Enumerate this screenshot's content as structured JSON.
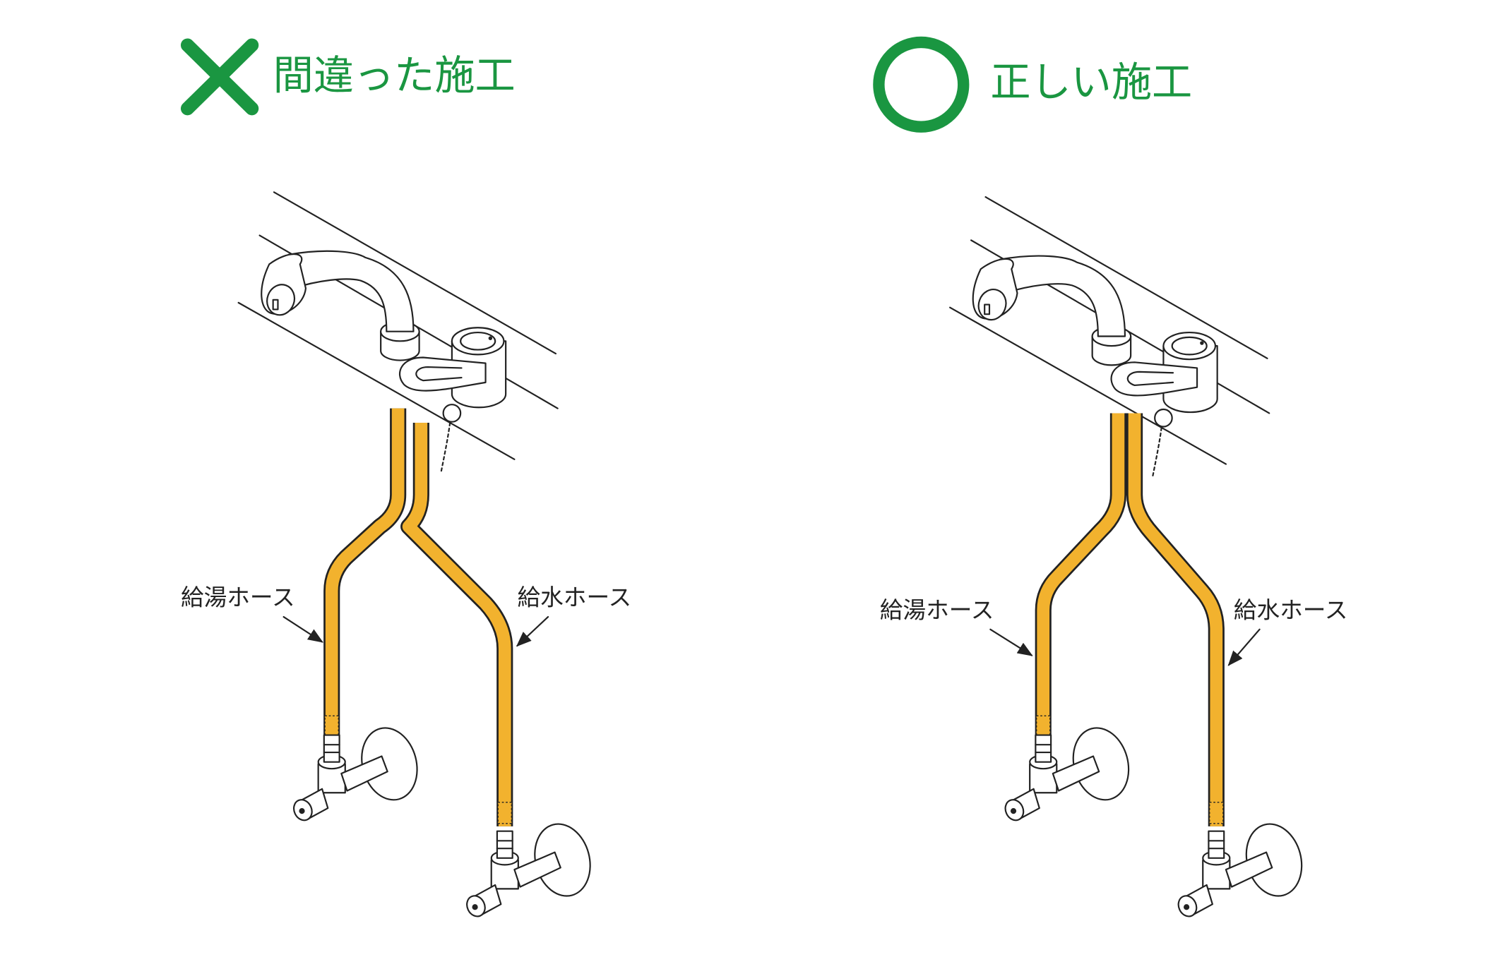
{
  "wrong": {
    "mark_icon": "cross-icon",
    "title": "間違った施工",
    "hot_hose_label": "給湯ホース",
    "cold_hose_label": "給水ホース"
  },
  "correct": {
    "mark_icon": "circle-icon",
    "title": "正しい施工",
    "hot_hose_label": "給湯ホース",
    "cold_hose_label": "給水ホース"
  },
  "colors": {
    "accent": "#1a9641",
    "hose": "#F2B22E"
  }
}
